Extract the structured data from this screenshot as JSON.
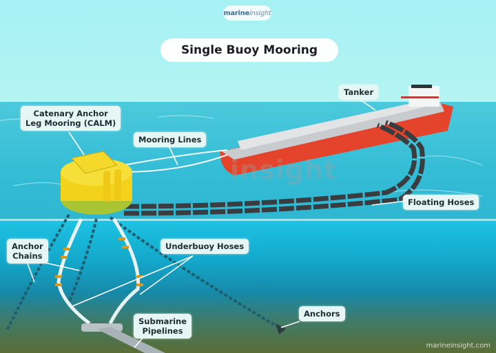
{
  "brand": {
    "logo_main": "marine",
    "logo_sub": "insight"
  },
  "title": "Single Buoy Mooring",
  "labels": {
    "calm_line1": "Catenary Anchor",
    "calm_line2": "Leg Mooring (CALM)",
    "mooring_lines": "Mooring Lines",
    "tanker": "Tanker",
    "floating_hoses": "Floating Hoses",
    "anchor_chains_line1": "Anchor",
    "anchor_chains_line2": "Chains",
    "underbuoy_hoses": "Underbuoy Hoses",
    "submarine_pipelines_line1": "Submarine",
    "submarine_pipelines_line2": "Pipelines",
    "anchors": "Anchors"
  },
  "watermark": "insight",
  "credit": "marineinsight.com",
  "colors": {
    "sky": "#a6f1f4",
    "sea": "#3cc0d8",
    "underwater": "#13a8cc",
    "seabed": "#5b6d35",
    "buoy": "#f2d21b",
    "hull": "#e4442b",
    "deck": "#c9ccce",
    "label_bg": "#e6f6f5"
  }
}
